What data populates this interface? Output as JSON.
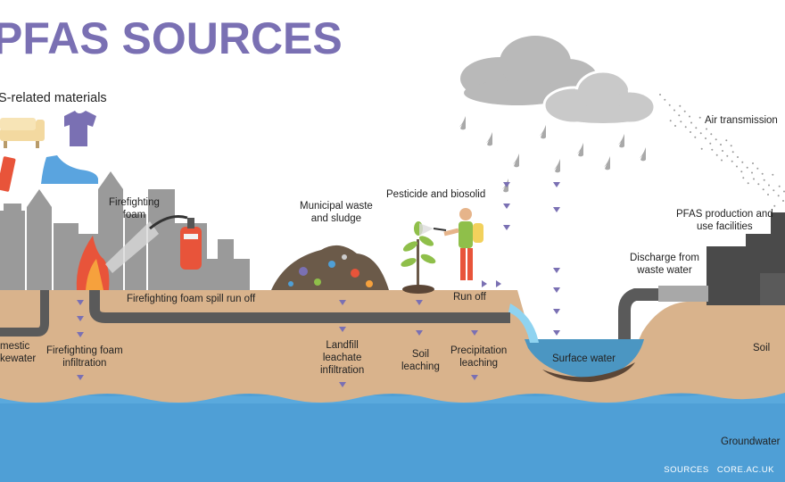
{
  "title": "PFAS SOURCES",
  "subtitle": "S-related materials",
  "labels": {
    "firefighting_foam": "Firefighting\nfoam",
    "municipal_waste": "Municipal waste\nand sludge",
    "pesticide": "Pesticide and biosolid",
    "air_transmission": "Air transmission",
    "pfas_production": "PFAS production and\nuse facilities",
    "discharge": "Discharge from\nwaste water",
    "spill_runoff": "Firefighting foam spill run off",
    "run_off": "Run off",
    "domestic_wastewater": "mestic\nkewater",
    "foam_infiltration": "Firefighting foam\ninfiltration",
    "landfill": "Landfill\nleachate\ninfiltration",
    "soil_leaching": "Soil\nleaching",
    "precip_leaching": "Precipitation\nleaching",
    "surface_water": "Surface water",
    "soil": "Soil",
    "groundwater": "Groundwater"
  },
  "sources": {
    "prefix": "SOURCES",
    "name": "CORE.AC.UK"
  },
  "colors": {
    "title": "#7a70b3",
    "soil": "#d9b38c",
    "groundwater": "#4f9fd6",
    "surface_water": "#4b96c2",
    "city": "#9a9a9a",
    "pipe": "#5a5a5a",
    "arrow": "#7a70b3",
    "cloud": "#b9b9b9",
    "rain": "#a9a9a9",
    "factory": "#4a4a4a"
  }
}
